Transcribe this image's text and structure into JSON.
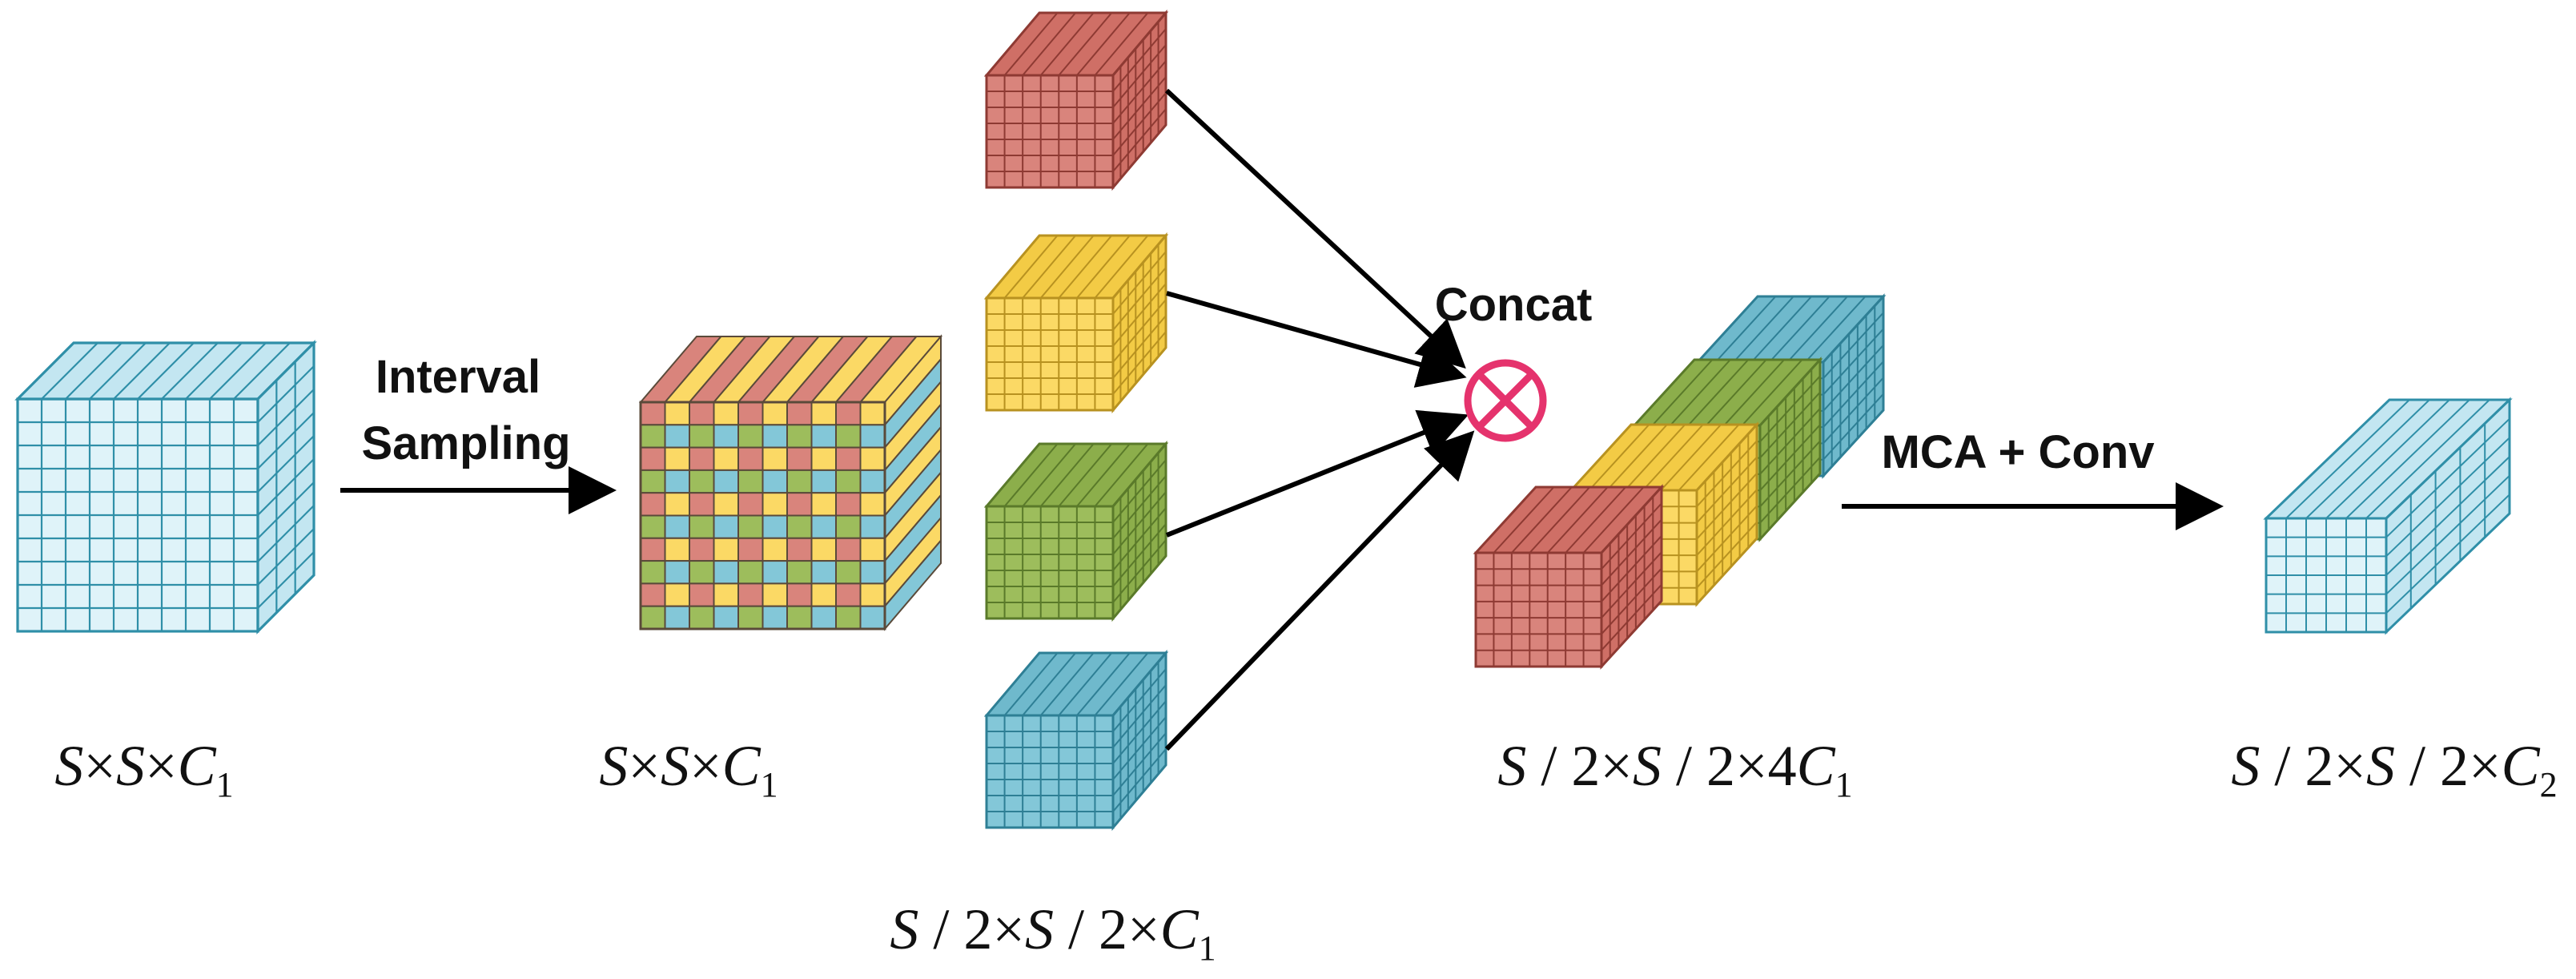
{
  "labels": {
    "interval_line1": "Interval",
    "interval_line2": "Sampling",
    "concat": "Concat",
    "mca_conv": "MCA + Conv"
  },
  "dims": {
    "input": {
      "t1": "S",
      "op1": "×",
      "t2": "S",
      "op2": "×",
      "t3": "C",
      "sub": "1"
    },
    "sampled": {
      "t1": "S",
      "op1": "×",
      "t2": "S",
      "op2": "×",
      "t3": "C",
      "sub": "1"
    },
    "split": {
      "t1": "S",
      "op1": " / 2×",
      "t2": "S",
      "op2": " / 2×",
      "t3": "C",
      "sub": "1"
    },
    "concat": {
      "t1": "S",
      "op1": " / 2×",
      "t2": "S",
      "op2": " / 2×4",
      "t3": "C",
      "sub": "1"
    },
    "output": {
      "t1": "S",
      "op1": " / 2×",
      "t2": "S",
      "op2": " / 2×",
      "t3": "C",
      "sub": "2"
    }
  },
  "colors": {
    "cyan": {
      "front": "#dff3f9",
      "side": "#c3e6f1",
      "stroke": "#2f8fa8"
    },
    "red": {
      "front": "#d9847c",
      "side": "#cf6f66",
      "stroke": "#8e3a33"
    },
    "yellow": {
      "front": "#fbd965",
      "side": "#f3cb45",
      "stroke": "#b89220"
    },
    "green": {
      "front": "#9dbd5c",
      "side": "#8cae4b",
      "stroke": "#5a7a2a"
    },
    "blue": {
      "front": "#83c7d8",
      "side": "#6fb9cc",
      "stroke": "#2e7f95"
    },
    "concat_symbol": "#e5336d"
  }
}
